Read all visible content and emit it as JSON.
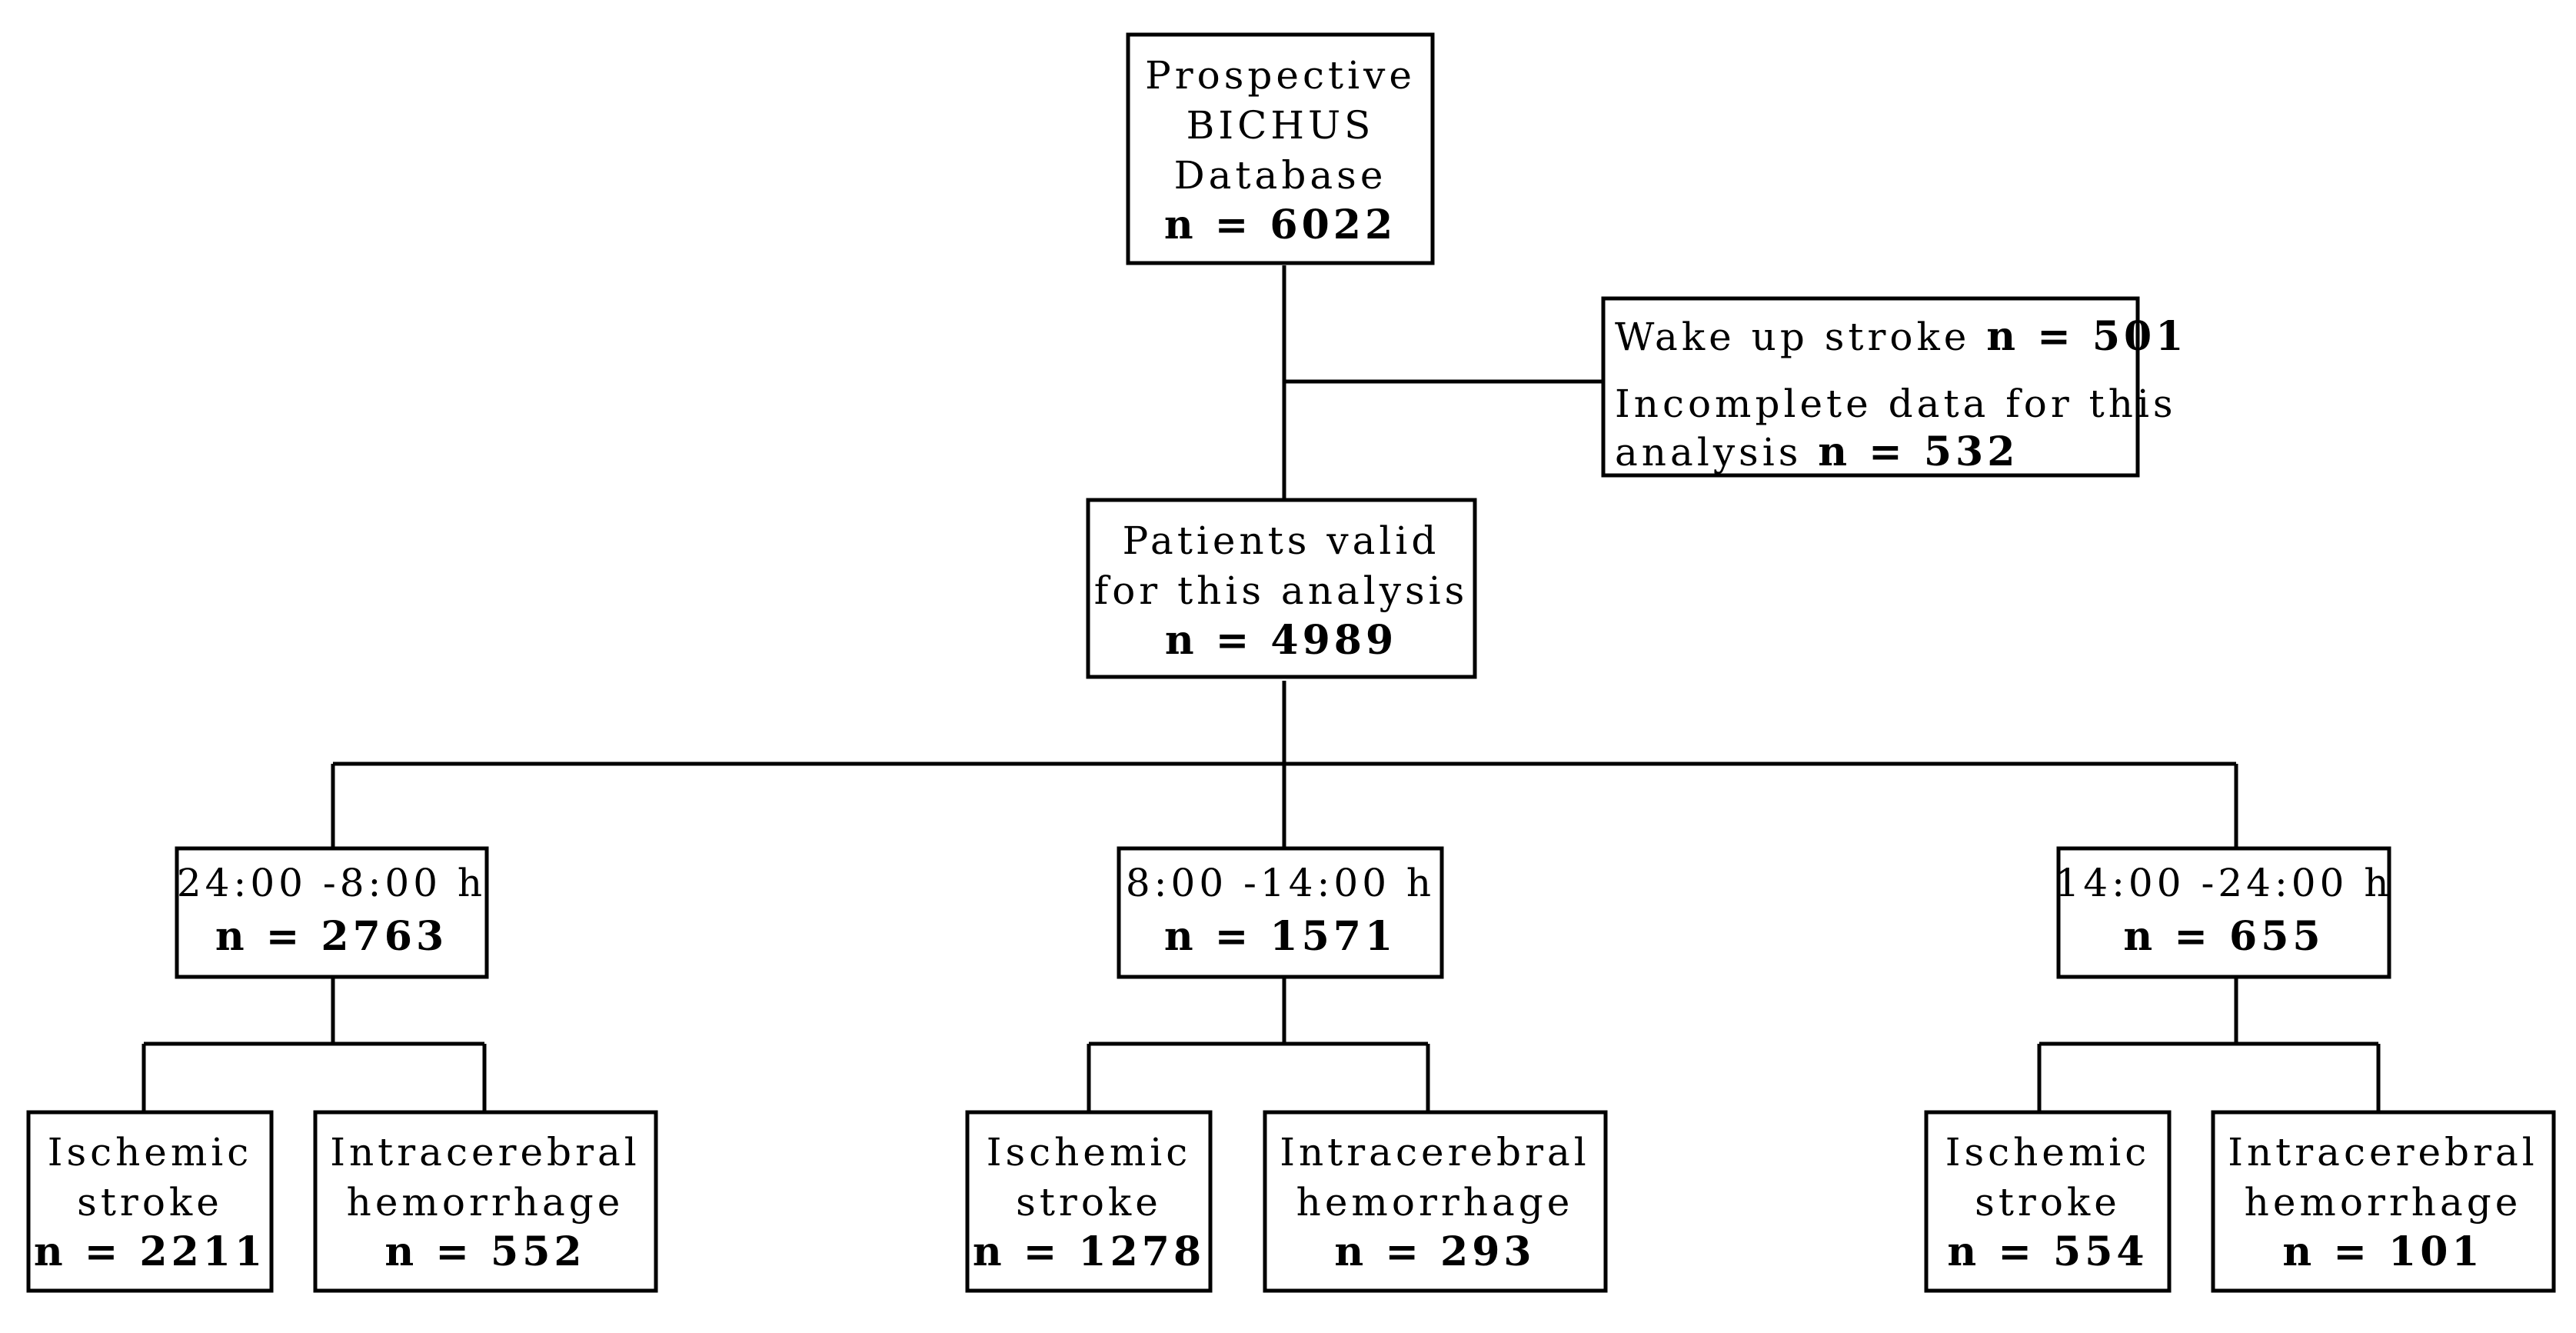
{
  "diagram": {
    "type": "flowchart",
    "nodes": {
      "database": {
        "lines": [
          "Prospective",
          "BICHUS",
          "Database"
        ],
        "count": "n = 6022"
      },
      "exclusion": {
        "line1": "Wake up stroke ",
        "count1": "n = 501",
        "line2": "Incomplete data for this",
        "line3": "analysis ",
        "count2": "n = 532"
      },
      "valid": {
        "lines": [
          "Patients valid",
          "for this analysis"
        ],
        "count": "n = 4989"
      },
      "period1": {
        "lines": [
          "24:00 -8:00 h"
        ],
        "count": "n = 2763"
      },
      "period2": {
        "lines": [
          "8:00 -14:00 h"
        ],
        "count": "n = 1571"
      },
      "period3": {
        "lines": [
          "14:00 -24:00 h"
        ],
        "count": "n = 655"
      },
      "p1_ischemic": {
        "lines": [
          "Ischemic",
          "stroke"
        ],
        "count": "n = 2211"
      },
      "p1_hemorrhage": {
        "lines": [
          "Intracerebral",
          "hemorrhage"
        ],
        "count": "n = 552"
      },
      "p2_ischemic": {
        "lines": [
          "Ischemic",
          "stroke"
        ],
        "count": "n = 1278"
      },
      "p2_hemorrhage": {
        "lines": [
          "Intracerebral",
          "hemorrhage"
        ],
        "count": "n = 293"
      },
      "p3_ischemic": {
        "lines": [
          "Ischemic",
          "stroke"
        ],
        "count": "n = 554"
      },
      "p3_hemorrhage": {
        "lines": [
          "Intracerebral",
          "hemorrhage"
        ],
        "count": "n = 101"
      }
    },
    "edges": [
      {
        "from": "database",
        "to": "valid"
      },
      {
        "from": "database",
        "to": "exclusion"
      },
      {
        "from": "valid",
        "to": "period1"
      },
      {
        "from": "valid",
        "to": "period2"
      },
      {
        "from": "valid",
        "to": "period3"
      },
      {
        "from": "period1",
        "to": "p1_ischemic"
      },
      {
        "from": "period1",
        "to": "p1_hemorrhage"
      },
      {
        "from": "period2",
        "to": "p2_ischemic"
      },
      {
        "from": "period2",
        "to": "p2_hemorrhage"
      },
      {
        "from": "period3",
        "to": "p3_ischemic"
      },
      {
        "from": "period3",
        "to": "p3_hemorrhage"
      }
    ]
  }
}
